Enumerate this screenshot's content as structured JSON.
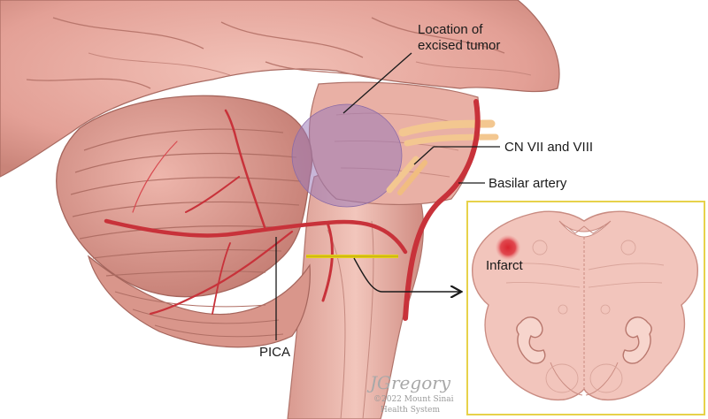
{
  "labels": {
    "tumor_line1": "Location of",
    "tumor_line2": "excised tumor",
    "cn": "CN VII and VIII",
    "basilar": "Basilar artery",
    "pica": "PICA",
    "infarct": "Infarct"
  },
  "signature": {
    "name": "JGregory",
    "copyright": "©2022 Mount Sinai",
    "org": "Health System"
  },
  "colors": {
    "tissue": "#e7aaa0",
    "tissue_dark": "#c98479",
    "artery": "#c8323a",
    "tumor": "#9b7ab8",
    "nerve": "#f3c790",
    "inset_border": "#e7d24a",
    "section_line": "#e8d21a",
    "infarct": "#d9252f"
  }
}
